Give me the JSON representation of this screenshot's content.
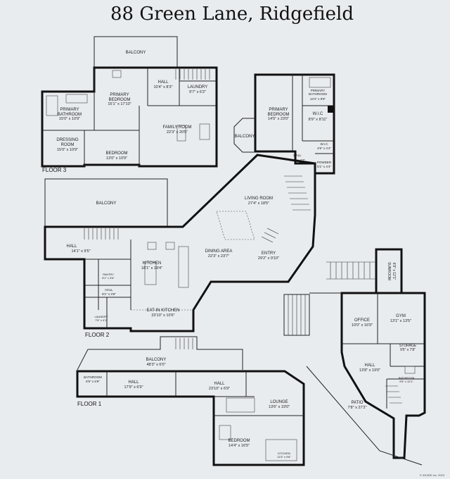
{
  "title": "88 Green Lane, Ridgefield",
  "floor3": {
    "label": "FLOOR 3",
    "balcony": "BALCONY",
    "hall_name": "HALL",
    "hall_size": "10'4\" x 8'3\"",
    "laundry_name": "LAUNDRY",
    "laundry_size": "9'7\" x 6'2\"",
    "primary_bedroom_name": "PRIMARY\nBEDROOM",
    "primary_bedroom_size": "15'1\" x 17'10\"",
    "primary_bathroom_name": "PRIMARY\nBATHROOM",
    "primary_bathroom_size": "15'0\" x 10'9\"",
    "dressing_room_name": "DRESSING\nROOM",
    "dressing_room_size": "15'0\" x 10'9\"",
    "bedroom_name": "BEDROOM",
    "bedroom_size": "13'0\" x 10'9\"",
    "family_room_name": "FAMILY ROOM",
    "family_room_size": "22'3\" x 20'5\""
  },
  "upper_right": {
    "primary_bedroom_name": "PRIMARY\nBEDROOM",
    "primary_bedroom_size": "14'5\" x 23'0\"",
    "primary_bathroom_name": "PRIMARY\nBATHROOM",
    "primary_bathroom_size": "13'4\" x 9'9\"",
    "wic1_name": "W.I.C",
    "wic1_size": "8'9\" x 8'11\"",
    "wic2_name": "W.I.C",
    "wic2_size": "4'9\" x 4'4\"",
    "powder_name": "POWDER",
    "powder_size": "5'1\" x 4'4\"",
    "hall_name": "HALL",
    "hall_size": "7'10\" x 4'7\"",
    "balcony": "BALCONY"
  },
  "floor2": {
    "label": "FLOOR 2",
    "balcony": "BALCONY",
    "living_room_name": "LIVING ROOM",
    "living_room_size": "27'4\" x 18'5\"",
    "hall_name": "HALL",
    "hall_size": "14'1\" x 9'5\"",
    "kitchen_name": "KITCHEN",
    "kitchen_size": "18'1\" x 19'4\"",
    "dining_name": "DINING AREA",
    "dining_size": "22'3\" x 23'7\"",
    "entry_name": "ENTRY",
    "entry_size": "29'2\" x 9'10\"",
    "pantry_name": "PANTRY",
    "pantry_size": "8'1\" x 3'6\"",
    "hall2_name": "HALL",
    "hall2_size": "8'1\" x 3'6\"",
    "laundry_name": "LAUNDRY",
    "laundry_size": "7'6\" x 4'1\"",
    "eat_in_name": "EAT-IN KITCHEN",
    "eat_in_size": "23'10\" x 10'6\""
  },
  "annex": {
    "sunroom_name": "SUNROOM",
    "sunroom_size": "6'9\" x 12'1\"",
    "office_name": "OFFICE",
    "office_size": "10'0\" x 16'9\"",
    "gym_name": "GYM",
    "gym_size": "13'1\" x 13'5\"",
    "storage_name": "STORAGE",
    "storage_size": "9'5\" x 7'8\"",
    "hall_name": "HALL",
    "hall_size": "13'8\" x 19'0\"",
    "bathroom_name": "BATHROOM",
    "bathroom_size": "9'5\" x 12'1\"",
    "patio_name": "PATIO",
    "patio_size": "7'8\" x 27'2\""
  },
  "floor1": {
    "label": "FLOOR 1",
    "balcony_name": "BALCONY",
    "balcony_size": "48'3\" x 6'0\"",
    "bathroom_name": "BATHROOM",
    "bathroom_size": "6'9\" x 6'9\"",
    "hall1_name": "HALL",
    "hall1_size": "17'9\" x 6'9\"",
    "hall2_name": "HALL",
    "hall2_size": "23'10\" x 6'9\"",
    "lounge_name": "LOUNGE",
    "lounge_size": "13'6\" x 19'0\"",
    "bedroom_name": "BEDROOM",
    "bedroom_size": "14'4\" x 16'5\"",
    "kitchen_name": "KITCHEN",
    "kitchen_size": "11'5\" x 9'8\""
  },
  "credit": "© iGUIDE Inc. 2023"
}
